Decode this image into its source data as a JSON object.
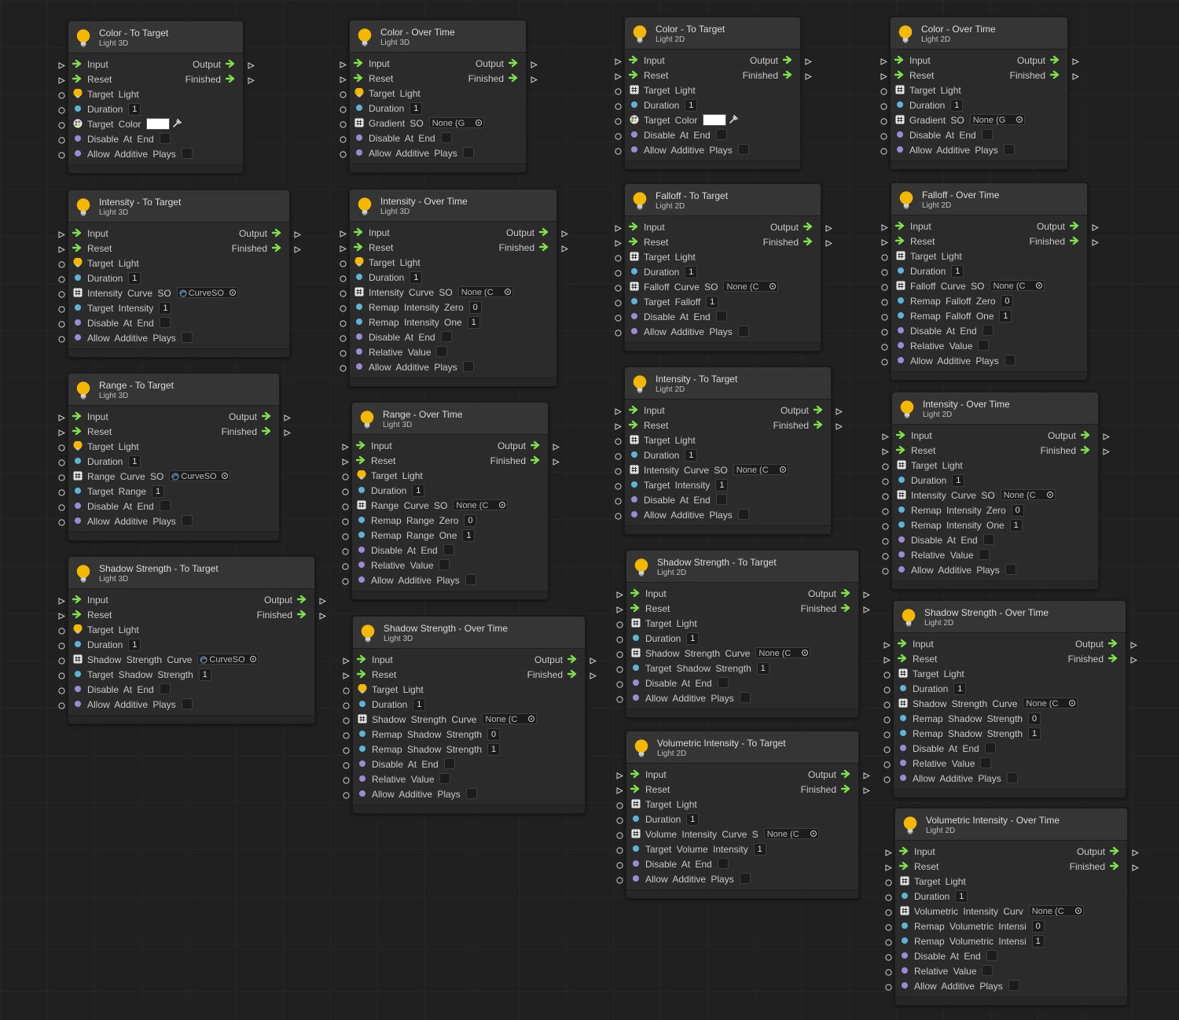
{
  "labels": {
    "input": "Input",
    "reset": "Reset",
    "output": "Output",
    "finished": "Finished",
    "target_light": "Target Light",
    "duration": "Duration",
    "disable_at_end": "Disable At End",
    "allow_additive_plays": "Allow Additive Plays",
    "relative_value": "Relative Value"
  },
  "colors": {
    "background": "#202020",
    "node_bg": "#2b2b2b",
    "header_bg": "#353535",
    "flow_arrow": "#7fe04a",
    "bulb": "#f5b800",
    "port_blue": "#5fb3d6",
    "port_purple": "#9c8ad6"
  },
  "nodes": [
    {
      "title": "Color - To Target",
      "subtitle": "Light 3D",
      "rows": [
        {
          "kind": "flow",
          "label": "Input",
          "out": "Output"
        },
        {
          "kind": "flow",
          "label": "Reset",
          "out": "Finished"
        },
        {
          "kind": "bulb",
          "label": "Target Light"
        },
        {
          "kind": "num",
          "label": "Duration",
          "value": "1"
        },
        {
          "kind": "color",
          "label": "Target Color"
        },
        {
          "kind": "check",
          "label": "Disable At End"
        },
        {
          "kind": "check",
          "label": "Allow Additive Plays"
        }
      ]
    },
    {
      "title": "Color - Over Time",
      "subtitle": "Light 3D",
      "rows": [
        {
          "kind": "flow",
          "label": "Input",
          "out": "Output"
        },
        {
          "kind": "flow",
          "label": "Reset",
          "out": "Finished"
        },
        {
          "kind": "bulb",
          "label": "Target Light"
        },
        {
          "kind": "num",
          "label": "Duration",
          "value": "1"
        },
        {
          "kind": "obj",
          "label": "Gradient SO",
          "value": "None (G"
        },
        {
          "kind": "check",
          "label": "Disable At End"
        },
        {
          "kind": "check",
          "label": "Allow Additive Plays"
        }
      ]
    },
    {
      "title": "Color - To Target",
      "subtitle": "Light 2D",
      "rows": [
        {
          "kind": "flow",
          "label": "Input",
          "out": "Output"
        },
        {
          "kind": "flow",
          "label": "Reset",
          "out": "Finished"
        },
        {
          "kind": "hash",
          "label": "Target Light"
        },
        {
          "kind": "num",
          "label": "Duration",
          "value": "1"
        },
        {
          "kind": "color",
          "label": "Target Color"
        },
        {
          "kind": "check",
          "label": "Disable At End"
        },
        {
          "kind": "check",
          "label": "Allow Additive Plays"
        }
      ]
    },
    {
      "title": "Color - Over Time",
      "subtitle": "Light 2D",
      "rows": [
        {
          "kind": "flow",
          "label": "Input",
          "out": "Output"
        },
        {
          "kind": "flow",
          "label": "Reset",
          "out": "Finished"
        },
        {
          "kind": "hash",
          "label": "Target Light"
        },
        {
          "kind": "num",
          "label": "Duration",
          "value": "1"
        },
        {
          "kind": "obj",
          "label": "Gradient SO",
          "value": "None (G"
        },
        {
          "kind": "check",
          "label": "Disable At End"
        },
        {
          "kind": "check",
          "label": "Allow Additive Plays"
        }
      ]
    },
    {
      "title": "Intensity - To Target",
      "subtitle": "Light 3D",
      "rows": [
        {
          "kind": "flow",
          "label": "Input",
          "out": "Output"
        },
        {
          "kind": "flow",
          "label": "Reset",
          "out": "Finished"
        },
        {
          "kind": "bulb",
          "label": "Target Light"
        },
        {
          "kind": "num",
          "label": "Duration",
          "value": "1"
        },
        {
          "kind": "curve",
          "label": "Intensity Curve SO",
          "value": "CurveSO"
        },
        {
          "kind": "num",
          "label": "Target Intensity",
          "value": "1"
        },
        {
          "kind": "check",
          "label": "Disable At End"
        },
        {
          "kind": "check",
          "label": "Allow Additive Plays"
        }
      ]
    },
    {
      "title": "Intensity - Over Time",
      "subtitle": "Light 3D",
      "rows": [
        {
          "kind": "flow",
          "label": "Input",
          "out": "Output"
        },
        {
          "kind": "flow",
          "label": "Reset",
          "out": "Finished"
        },
        {
          "kind": "bulb",
          "label": "Target Light"
        },
        {
          "kind": "num",
          "label": "Duration",
          "value": "1"
        },
        {
          "kind": "obj",
          "label": "Intensity Curve SO",
          "value": "None (C"
        },
        {
          "kind": "num",
          "label": "Remap Intensity Zero",
          "value": "0"
        },
        {
          "kind": "num",
          "label": "Remap Intensity One",
          "value": "1"
        },
        {
          "kind": "check",
          "label": "Disable At End"
        },
        {
          "kind": "check",
          "label": "Relative Value"
        },
        {
          "kind": "check",
          "label": "Allow Additive Plays"
        }
      ]
    },
    {
      "title": "Falloff - To Target",
      "subtitle": "Light 2D",
      "rows": [
        {
          "kind": "flow",
          "label": "Input",
          "out": "Output"
        },
        {
          "kind": "flow",
          "label": "Reset",
          "out": "Finished"
        },
        {
          "kind": "hash",
          "label": "Target Light"
        },
        {
          "kind": "num",
          "label": "Duration",
          "value": "1"
        },
        {
          "kind": "obj",
          "label": "Falloff Curve SO",
          "value": "None (C"
        },
        {
          "kind": "num",
          "label": "Target Falloff",
          "value": "1"
        },
        {
          "kind": "check",
          "label": "Disable At End"
        },
        {
          "kind": "check",
          "label": "Allow Additive Plays"
        }
      ]
    },
    {
      "title": "Falloff - Over Time",
      "subtitle": "Light 2D",
      "rows": [
        {
          "kind": "flow",
          "label": "Input",
          "out": "Output"
        },
        {
          "kind": "flow",
          "label": "Reset",
          "out": "Finished"
        },
        {
          "kind": "hash",
          "label": "Target Light"
        },
        {
          "kind": "num",
          "label": "Duration",
          "value": "1"
        },
        {
          "kind": "obj",
          "label": "Falloff Curve SO",
          "value": "None (C"
        },
        {
          "kind": "num",
          "label": "Remap Falloff Zero",
          "value": "0"
        },
        {
          "kind": "num",
          "label": "Remap Falloff One",
          "value": "1"
        },
        {
          "kind": "check",
          "label": "Disable At End"
        },
        {
          "kind": "check",
          "label": "Relative Value"
        },
        {
          "kind": "check",
          "label": "Allow Additive Plays"
        }
      ]
    },
    {
      "title": "Range - To Target",
      "subtitle": "Light 3D",
      "rows": [
        {
          "kind": "flow",
          "label": "Input",
          "out": "Output"
        },
        {
          "kind": "flow",
          "label": "Reset",
          "out": "Finished"
        },
        {
          "kind": "bulb",
          "label": "Target Light"
        },
        {
          "kind": "num",
          "label": "Duration",
          "value": "1"
        },
        {
          "kind": "curve",
          "label": "Range Curve SO",
          "value": "CurveSO"
        },
        {
          "kind": "num",
          "label": "Target Range",
          "value": "1"
        },
        {
          "kind": "check",
          "label": "Disable At End"
        },
        {
          "kind": "check",
          "label": "Allow Additive Plays"
        }
      ]
    },
    {
      "title": "Range - Over Time",
      "subtitle": "Light 3D",
      "rows": [
        {
          "kind": "flow",
          "label": "Input",
          "out": "Output"
        },
        {
          "kind": "flow",
          "label": "Reset",
          "out": "Finished"
        },
        {
          "kind": "bulb",
          "label": "Target Light"
        },
        {
          "kind": "num",
          "label": "Duration",
          "value": "1"
        },
        {
          "kind": "obj",
          "label": "Range Curve SO",
          "value": "None (C"
        },
        {
          "kind": "num",
          "label": "Remap Range Zero",
          "value": "0"
        },
        {
          "kind": "num",
          "label": "Remap Range One",
          "value": "1"
        },
        {
          "kind": "check",
          "label": "Disable At End"
        },
        {
          "kind": "check",
          "label": "Relative Value"
        },
        {
          "kind": "check",
          "label": "Allow Additive Plays"
        }
      ]
    },
    {
      "title": "Intensity - To Target",
      "subtitle": "Light 2D",
      "rows": [
        {
          "kind": "flow",
          "label": "Input",
          "out": "Output"
        },
        {
          "kind": "flow",
          "label": "Reset",
          "out": "Finished"
        },
        {
          "kind": "hash",
          "label": "Target Light"
        },
        {
          "kind": "num",
          "label": "Duration",
          "value": "1"
        },
        {
          "kind": "obj",
          "label": "Intensity Curve SO",
          "value": "None (C"
        },
        {
          "kind": "num",
          "label": "Target Intensity",
          "value": "1"
        },
        {
          "kind": "check",
          "label": "Disable At End"
        },
        {
          "kind": "check",
          "label": "Allow Additive Plays"
        }
      ]
    },
    {
      "title": "Intensity - Over Time",
      "subtitle": "Light 2D",
      "rows": [
        {
          "kind": "flow",
          "label": "Input",
          "out": "Output"
        },
        {
          "kind": "flow",
          "label": "Reset",
          "out": "Finished"
        },
        {
          "kind": "hash",
          "label": "Target Light"
        },
        {
          "kind": "num",
          "label": "Duration",
          "value": "1"
        },
        {
          "kind": "obj",
          "label": "Intensity Curve SO",
          "value": "None (C"
        },
        {
          "kind": "num",
          "label": "Remap Intensity Zero",
          "value": "0"
        },
        {
          "kind": "num",
          "label": "Remap Intensity One",
          "value": "1"
        },
        {
          "kind": "check",
          "label": "Disable At End"
        },
        {
          "kind": "check",
          "label": "Relative Value"
        },
        {
          "kind": "check",
          "label": "Allow Additive Plays"
        }
      ]
    },
    {
      "title": "Shadow Strength - To Target",
      "subtitle": "Light 3D",
      "rows": [
        {
          "kind": "flow",
          "label": "Input",
          "out": "Output"
        },
        {
          "kind": "flow",
          "label": "Reset",
          "out": "Finished"
        },
        {
          "kind": "bulb",
          "label": "Target Light"
        },
        {
          "kind": "num",
          "label": "Duration",
          "value": "1"
        },
        {
          "kind": "curve",
          "label": "Shadow Strength Curve",
          "value": "CurveSO"
        },
        {
          "kind": "num",
          "label": "Target Shadow Strength",
          "value": "1"
        },
        {
          "kind": "check",
          "label": "Disable At End"
        },
        {
          "kind": "check",
          "label": "Allow Additive Plays"
        }
      ]
    },
    {
      "title": "Shadow Strength - Over Time",
      "subtitle": "Light 3D",
      "rows": [
        {
          "kind": "flow",
          "label": "Input",
          "out": "Output"
        },
        {
          "kind": "flow",
          "label": "Reset",
          "out": "Finished"
        },
        {
          "kind": "bulb",
          "label": "Target Light"
        },
        {
          "kind": "num",
          "label": "Duration",
          "value": "1"
        },
        {
          "kind": "obj",
          "label": "Shadow Strength Curve",
          "value": "None (C"
        },
        {
          "kind": "num",
          "label": "Remap Shadow Strength",
          "value": "0"
        },
        {
          "kind": "num",
          "label": "Remap Shadow Strength",
          "value": "1"
        },
        {
          "kind": "check",
          "label": "Disable At End"
        },
        {
          "kind": "check",
          "label": "Relative Value"
        },
        {
          "kind": "check",
          "label": "Allow Additive Plays"
        }
      ]
    },
    {
      "title": "Shadow Strength - To Target",
      "subtitle": "Light 2D",
      "rows": [
        {
          "kind": "flow",
          "label": "Input",
          "out": "Output"
        },
        {
          "kind": "flow",
          "label": "Reset",
          "out": "Finished"
        },
        {
          "kind": "hash",
          "label": "Target Light"
        },
        {
          "kind": "num",
          "label": "Duration",
          "value": "1"
        },
        {
          "kind": "obj",
          "label": "Shadow Strength Curve",
          "value": "None (C"
        },
        {
          "kind": "num",
          "label": "Target Shadow Strength",
          "value": "1"
        },
        {
          "kind": "check",
          "label": "Disable At End"
        },
        {
          "kind": "check",
          "label": "Allow Additive Plays"
        }
      ]
    },
    {
      "title": "Shadow Strength - Over Time",
      "subtitle": "Light 2D",
      "rows": [
        {
          "kind": "flow",
          "label": "Input",
          "out": "Output"
        },
        {
          "kind": "flow",
          "label": "Reset",
          "out": "Finished"
        },
        {
          "kind": "hash",
          "label": "Target Light"
        },
        {
          "kind": "num",
          "label": "Duration",
          "value": "1"
        },
        {
          "kind": "obj",
          "label": "Shadow Strength Curve",
          "value": "None (C"
        },
        {
          "kind": "num",
          "label": "Remap Shadow Strength",
          "value": "0"
        },
        {
          "kind": "num",
          "label": "Remap Shadow Strength",
          "value": "1"
        },
        {
          "kind": "check",
          "label": "Disable At End"
        },
        {
          "kind": "check",
          "label": "Relative Value"
        },
        {
          "kind": "check",
          "label": "Allow Additive Plays"
        }
      ]
    },
    {
      "title": "Volumetric Intensity - To Target",
      "subtitle": "Light 2D",
      "rows": [
        {
          "kind": "flow",
          "label": "Input",
          "out": "Output"
        },
        {
          "kind": "flow",
          "label": "Reset",
          "out": "Finished"
        },
        {
          "kind": "hash",
          "label": "Target Light"
        },
        {
          "kind": "num",
          "label": "Duration",
          "value": "1"
        },
        {
          "kind": "obj",
          "label": "Volume Intensity Curve S",
          "value": "None (C"
        },
        {
          "kind": "num",
          "label": "Target Volume Intensity",
          "value": "1"
        },
        {
          "kind": "check",
          "label": "Disable At End"
        },
        {
          "kind": "check",
          "label": "Allow Additive Plays"
        }
      ]
    },
    {
      "title": "Volumetric Intensity - Over Time",
      "subtitle": "Light 2D",
      "rows": [
        {
          "kind": "flow",
          "label": "Input",
          "out": "Output"
        },
        {
          "kind": "flow",
          "label": "Reset",
          "out": "Finished"
        },
        {
          "kind": "hash",
          "label": "Target Light"
        },
        {
          "kind": "num",
          "label": "Duration",
          "value": "1"
        },
        {
          "kind": "obj",
          "label": "Volumetric Intensity Curv",
          "value": "None (C"
        },
        {
          "kind": "num",
          "label": "Remap Volumetric Intensi",
          "value": "0"
        },
        {
          "kind": "num",
          "label": "Remap Volumetric Intensi",
          "value": "1"
        },
        {
          "kind": "check",
          "label": "Disable At End"
        },
        {
          "kind": "check",
          "label": "Relative Value"
        },
        {
          "kind": "check",
          "label": "Allow Additive Plays"
        }
      ]
    }
  ]
}
